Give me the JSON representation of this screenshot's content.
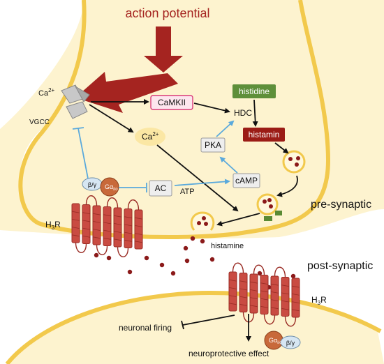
{
  "labels": {
    "action_potential": "action potential",
    "ca_channel": "Ca",
    "ca_channel_sup": "2+",
    "vgcc": "VGCC",
    "ca_cyto": "Ca",
    "ca_cyto_sup": "2+",
    "camkii": "CaMKII",
    "hdc": "HDC",
    "histidine": "histidine",
    "histamin": "histamin",
    "pka": "PKA",
    "camp": "cAMP",
    "ac": "AC",
    "atp": "ATP",
    "beta_gamma": "β/γ",
    "g_alpha": "Gα",
    "g_alpha_sub": "i/o",
    "h3r_pre": "H",
    "h3r_pre_sub": "3",
    "h3r_pre_suffix": "R",
    "pre_synaptic": "pre-synaptic",
    "histamine": "histamine",
    "post_synaptic": "post-synaptic",
    "h3r_post": "H",
    "h3r_post_sub": "3",
    "h3r_post_suffix": "R",
    "beta_gamma_post": "β/γ",
    "g_alpha_post": "Gα",
    "g_alpha_post_sub": "i/o",
    "neuronal_firing": "neuronal firing",
    "neuroprotective": "neuroprotective effect"
  },
  "colors": {
    "membrane": "#f2c94c",
    "cytoplasm": "#fdf3cf",
    "action_arrow": "#a52420",
    "histidine_box": "#5e8f3a",
    "histamin_box": "#9b1c16",
    "camkii_border": "#d93a78",
    "camkii_fill": "#fde6ee",
    "receptor": "#c94b42",
    "receptor_dark": "#9a2c25",
    "g_alpha": "#c8693a",
    "beta_gamma": "#d6e6f3",
    "inhibit_blue": "#5aa9dc",
    "particle": "#8b1a1a",
    "green_pump": "#5a8a34"
  }
}
